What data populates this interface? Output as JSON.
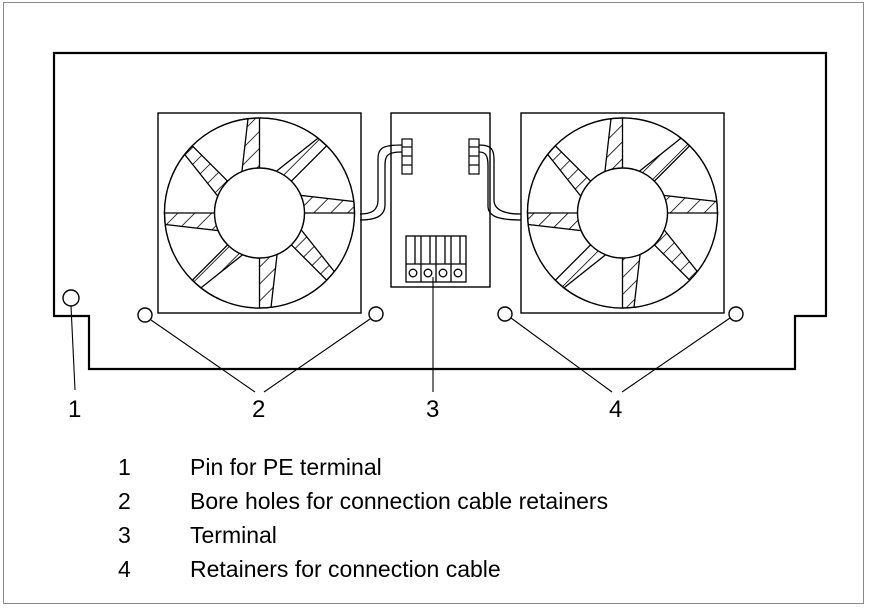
{
  "callouts": [
    "1",
    "2",
    "3",
    "4"
  ],
  "legend": [
    {
      "num": "1",
      "text": "Pin for PE terminal"
    },
    {
      "num": "2",
      "text": "Bore holes for connection cable retainers"
    },
    {
      "num": "3",
      "text": "Terminal"
    },
    {
      "num": "4",
      "text": "Retainers for connection cable"
    }
  ],
  "colors": {
    "line": "#000000",
    "frame": "#8a8a8a",
    "background": "#ffffff"
  }
}
